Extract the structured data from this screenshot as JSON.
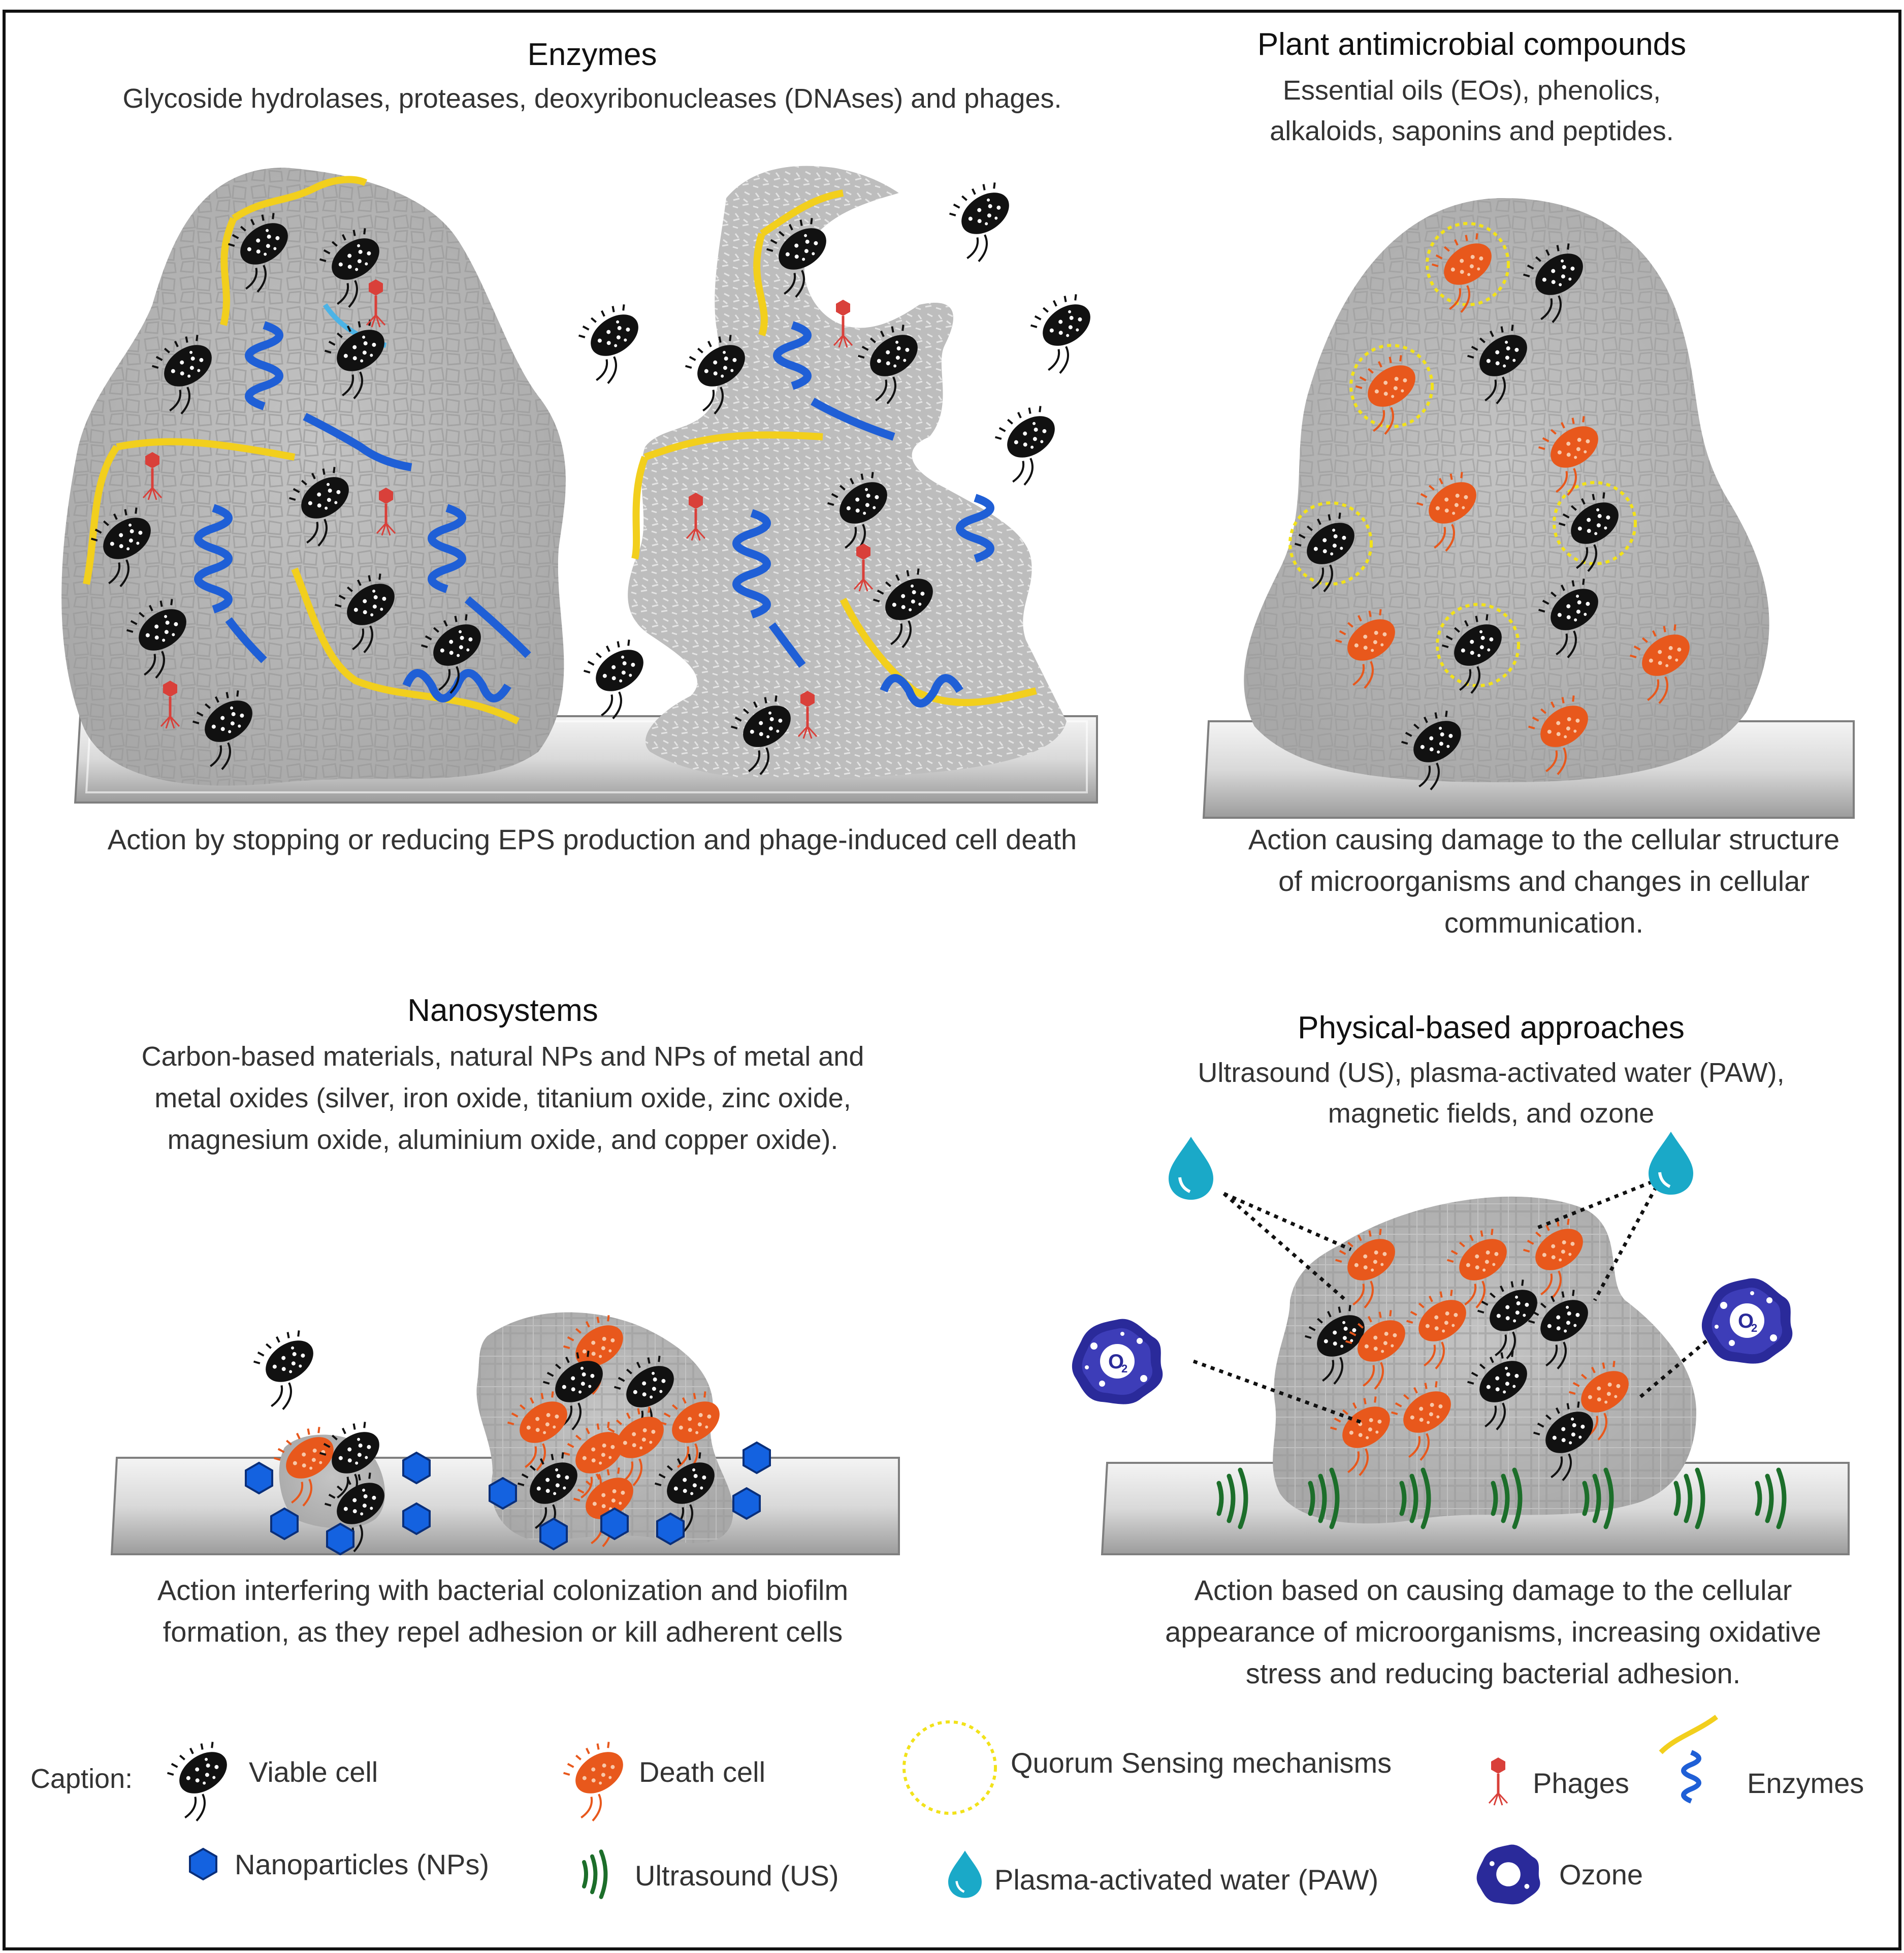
{
  "panels": {
    "enzymes": {
      "title": "Enzymes",
      "subtitle": "Glycoside hydrolases, proteases, deoxyribonucleases (DNAses) and phages.",
      "caption": "Action by stopping or reducing EPS production and phage-induced cell death"
    },
    "plant": {
      "title": "Plant antimicrobial compounds",
      "subtitle_lines": [
        "Essential oils (EOs), phenolics,",
        "alkaloids, saponins and peptides."
      ],
      "caption_lines": [
        "Action causing damage to the cellular structure",
        "of microorganisms and changes in cellular",
        "communication."
      ]
    },
    "nano": {
      "title": "Nanosystems",
      "subtitle_lines": [
        "Carbon-based materials, natural NPs and NPs of metal and",
        "metal oxides (silver, iron oxide, titanium oxide, zinc oxide,",
        "magnesium oxide, aluminium oxide,  and copper oxide)."
      ],
      "caption_lines": [
        "Action interfering with bacterial colonization and biofilm",
        "formation, as they repel adhesion or kill adherent cells"
      ]
    },
    "physical": {
      "title": "Physical-based approaches",
      "subtitle_lines": [
        "Ultrasound (US), plasma-activated water (PAW),",
        "magnetic fields, and ozone"
      ],
      "caption_lines": [
        "Action based on causing damage to the cellular",
        "appearance of microorganisms, increasing oxidative",
        "stress and reducing bacterial adhesion."
      ]
    }
  },
  "legend": {
    "caption_label": "Caption:",
    "viable_cell": "Viable cell",
    "death_cell": "Death cell",
    "quorum": "Quorum Sensing mechanisms",
    "phages": "Phages",
    "enzymes": "Enzymes",
    "nanoparticles": "Nanoparticles (NPs)",
    "ultrasound": "Ultrasound (US)",
    "paw": "Plasma-activated water (PAW)",
    "ozone": "Ozone"
  },
  "ozone_symbol": "O",
  "ozone_subscript": "2",
  "colors": {
    "viable_cell": "#111111",
    "death_cell": "#e8581c",
    "quorum_ring": "#f2e21a",
    "phage": "#d9403a",
    "enzyme_helix": "#1f5fd6",
    "enzyme_strand": "#f2cf1d",
    "nanoparticle": "#1462e0",
    "ultrasound": "#1c6e2a",
    "paw": "#1aa9c8",
    "ozone": "#2a2a9a",
    "biofilm": "#b9b9b9"
  }
}
